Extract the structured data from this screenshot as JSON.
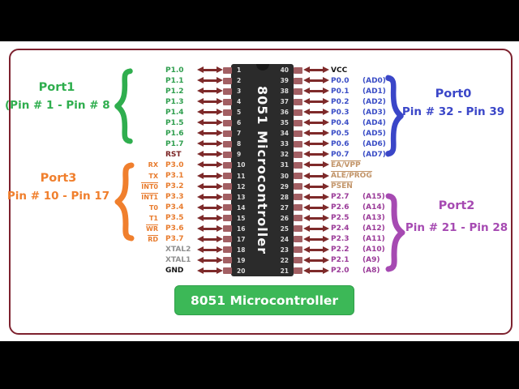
{
  "chip": {
    "title": "8051 Microcontroller"
  },
  "button": {
    "label": "8051 Microcontroller",
    "bg_color": "#3cb857"
  },
  "ports": [
    {
      "name": "Port1",
      "range": "(Pin # 1 - Pin # 8",
      "color": "#2fae4e",
      "side": "left"
    },
    {
      "name": "Port3",
      "range": "Pin # 10 - Pin 17",
      "color": "#f07f2d",
      "side": "left"
    },
    {
      "name": "Port0",
      "range": "Pin # 32 - Pin 39",
      "color": "#3a46c8",
      "side": "right"
    },
    {
      "name": "Port2",
      "range": "Pin # 21 - Pin 28",
      "color": "#a64ab2",
      "side": "right"
    }
  ],
  "pins": {
    "left": [
      {
        "num": "1",
        "label": "P1.0",
        "c": "green"
      },
      {
        "num": "2",
        "label": "P1.1",
        "c": "green"
      },
      {
        "num": "3",
        "label": "P1.2",
        "c": "green"
      },
      {
        "num": "4",
        "label": "P1.3",
        "c": "green"
      },
      {
        "num": "5",
        "label": "P1.4",
        "c": "green"
      },
      {
        "num": "6",
        "label": "P1.5",
        "c": "green"
      },
      {
        "num": "7",
        "label": "P1.6",
        "c": "green"
      },
      {
        "num": "8",
        "label": "P1.7",
        "c": "green"
      },
      {
        "num": "9",
        "label": "RST",
        "c": "maroon"
      },
      {
        "num": "10",
        "label": "P3.0",
        "c": "orange",
        "pre": "RX"
      },
      {
        "num": "11",
        "label": "P3.1",
        "c": "orange",
        "pre": "TX"
      },
      {
        "num": "12",
        "label": "P3.2",
        "c": "orange",
        "pre": "INT0",
        "pre_ov": true
      },
      {
        "num": "13",
        "label": "P3.3",
        "c": "orange",
        "pre": "INT1",
        "pre_ov": true
      },
      {
        "num": "14",
        "label": "P3.4",
        "c": "orange",
        "pre": "T0"
      },
      {
        "num": "15",
        "label": "P3.5",
        "c": "orange",
        "pre": "T1"
      },
      {
        "num": "16",
        "label": "P3.6",
        "c": "orange",
        "pre": "WR",
        "pre_ov": true
      },
      {
        "num": "17",
        "label": "P3.7",
        "c": "orange",
        "pre": "RD",
        "pre_ov": true
      },
      {
        "num": "18",
        "label": "XTAL2",
        "c": "gray"
      },
      {
        "num": "19",
        "label": "XTAL1",
        "c": "gray"
      },
      {
        "num": "20",
        "label": "GND",
        "c": "black"
      }
    ],
    "right": [
      {
        "num": "40",
        "label": "VCC",
        "c": "black"
      },
      {
        "num": "39",
        "label": "P0.0",
        "suffix": "(AD0)",
        "c": "blue"
      },
      {
        "num": "38",
        "label": "P0.1",
        "suffix": "(AD1)",
        "c": "blue"
      },
      {
        "num": "37",
        "label": "P0.2",
        "suffix": "(AD2)",
        "c": "blue"
      },
      {
        "num": "36",
        "label": "P0.3",
        "suffix": "(AD3)",
        "c": "blue"
      },
      {
        "num": "35",
        "label": "P0.4",
        "suffix": "(AD4)",
        "c": "blue"
      },
      {
        "num": "34",
        "label": "P0.5",
        "suffix": "(AD5)",
        "c": "blue"
      },
      {
        "num": "33",
        "label": "P0.6",
        "suffix": "(AD6)",
        "c": "blue"
      },
      {
        "num": "32",
        "label": "P0.7",
        "suffix": "(AD7)",
        "c": "blue"
      },
      {
        "num": "31",
        "label": "EA/VPP",
        "c": "tan",
        "ov": true
      },
      {
        "num": "30",
        "label": "ALE/PROG",
        "c": "tan",
        "ov": true
      },
      {
        "num": "29",
        "label": "PSEN",
        "c": "tan",
        "ov": true
      },
      {
        "num": "28",
        "label": "P2.7",
        "suffix": "(A15)",
        "c": "purple"
      },
      {
        "num": "27",
        "label": "P2.6",
        "suffix": "(A14)",
        "c": "purple"
      },
      {
        "num": "26",
        "label": "P2.5",
        "suffix": "(A13)",
        "c": "purple"
      },
      {
        "num": "25",
        "label": "P2.4",
        "suffix": "(A12)",
        "c": "purple"
      },
      {
        "num": "24",
        "label": "P2.3",
        "suffix": "(A11)",
        "c": "purple"
      },
      {
        "num": "23",
        "label": "P2.2",
        "suffix": "(A10)",
        "c": "purple"
      },
      {
        "num": "22",
        "label": "P2.1",
        "suffix": "(A9)",
        "c": "purple"
      },
      {
        "num": "21",
        "label": "P2.0",
        "suffix": "(A8)",
        "c": "purple"
      }
    ]
  },
  "colors": {
    "frame_border": "#7d212e",
    "letterbox": "#000000",
    "chip_body": "#2b2b2b",
    "arrow": "#7e2a2a",
    "pin_stub": "#a25f63",
    "port1_green": "#2fae4e",
    "port3_orange": "#f07f2d",
    "port0_blue": "#3a46c8",
    "port2_purple": "#a64ab2",
    "button_green": "#3cb857"
  }
}
